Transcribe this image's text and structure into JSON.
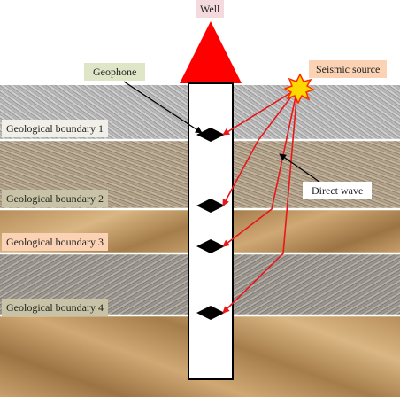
{
  "title": "Well",
  "labels": {
    "geophone": "Geophone",
    "seismic_source": "Seismic source",
    "direct_wave": "Direct wave"
  },
  "boundaries": [
    "Geological boundary 1",
    "Geological boundary 2",
    "Geological boundary 3",
    "Geological boundary 4"
  ],
  "colors": {
    "well_marker": "#ff0000",
    "ray": "#e8171a",
    "source_burst": "#ffd800",
    "title_bg": "#f5dadd",
    "geophone_bg": "#dfe6c8",
    "source_bg": "#fbd3b4",
    "direct_bg": "#ffffff",
    "boundary_light_bg": "#f0efe8",
    "boundary_dark_bg": "#c8c3a6",
    "boundary_orange_bg": "#fbd3b4"
  }
}
